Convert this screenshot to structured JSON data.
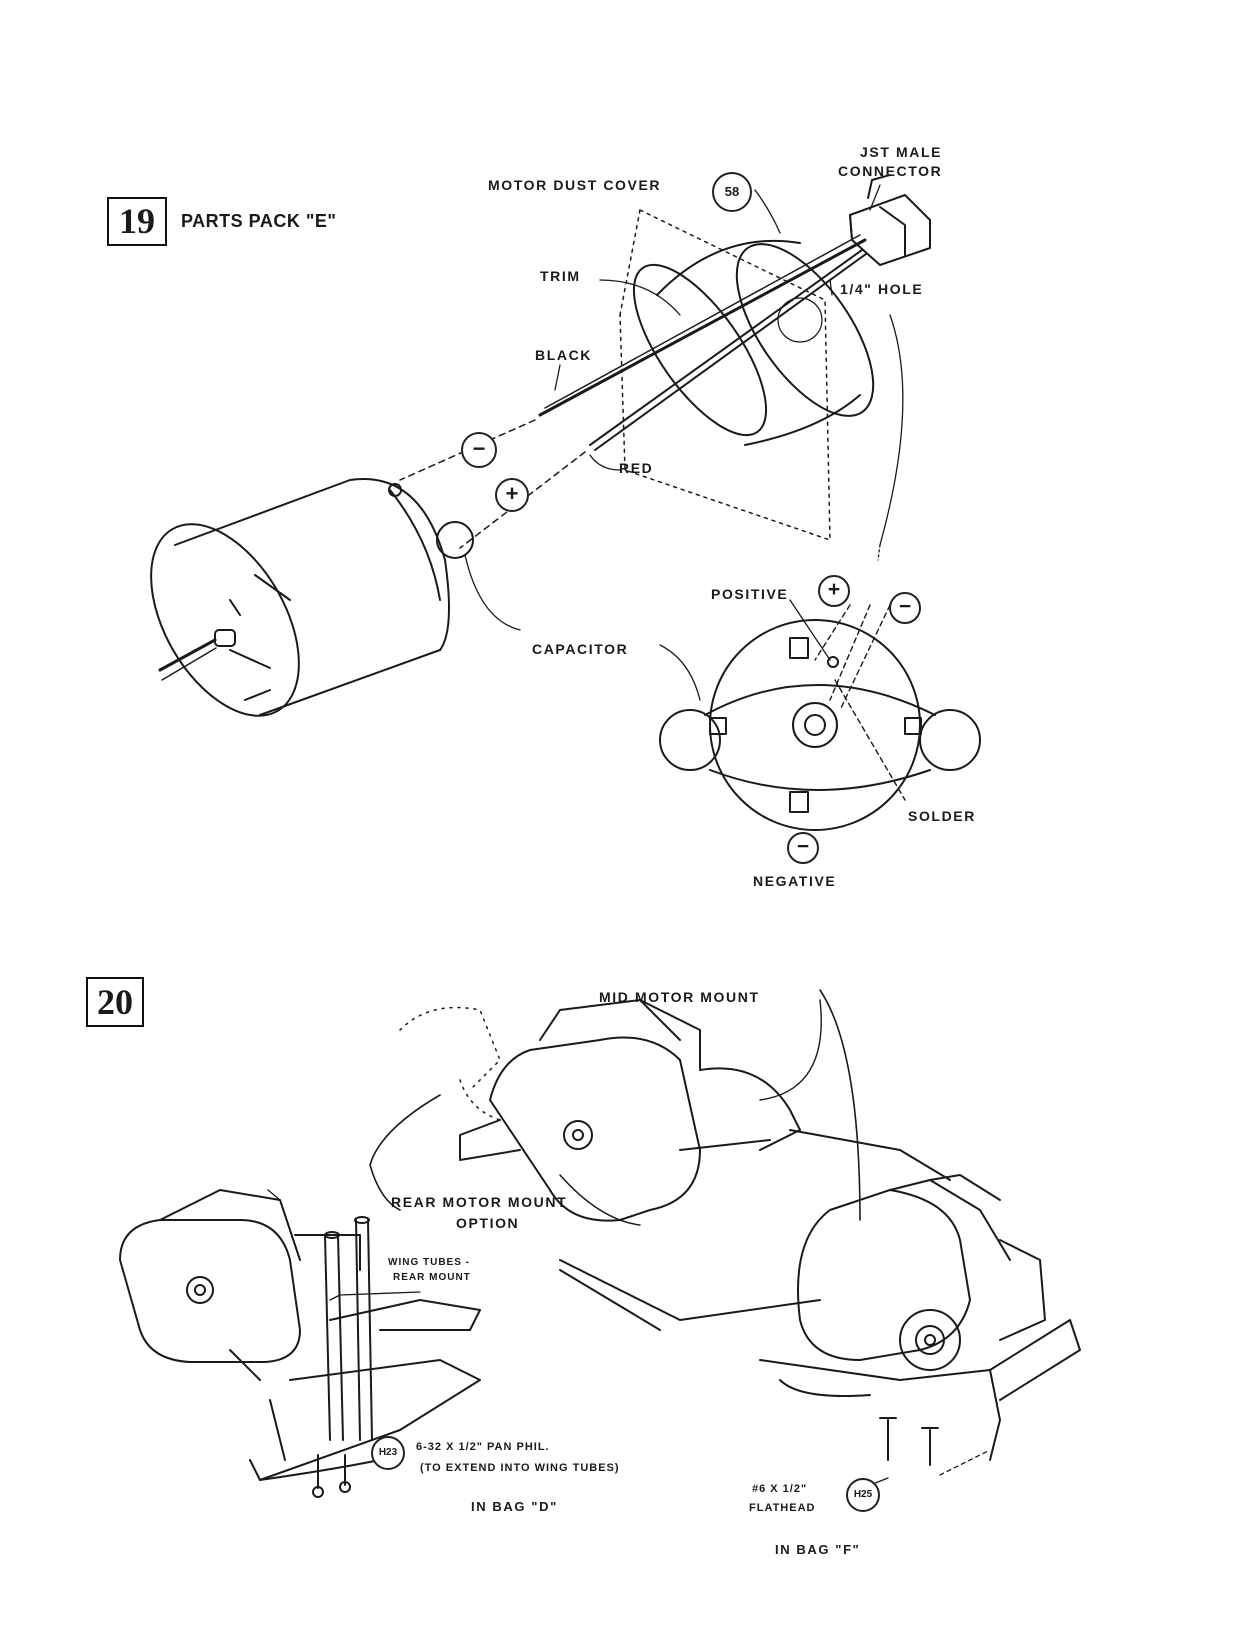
{
  "step19": {
    "number": "19",
    "title": "PARTS PACK \"E\"",
    "labels": {
      "dust_cover": "MOTOR DUST COVER",
      "dust_cover_part": "58",
      "jst_line1": "JST MALE",
      "jst_line2": "CONNECTOR",
      "trim": "TRIM",
      "hole": "1/4\" HOLE",
      "black": "BLACK",
      "red": "RED",
      "negative_symbol": "−",
      "positive_symbol": "+",
      "capacitor": "CAPACITOR",
      "positive": "POSITIVE",
      "negative": "NEGATIVE",
      "solder": "SOLDER"
    }
  },
  "step20": {
    "number": "20",
    "labels": {
      "mid_mount": "MID MOTOR MOUNT",
      "rear_mount_line1": "REAR MOTOR MOUNT",
      "rear_mount_line2": "OPTION",
      "wing_tubes_line1": "WING TUBES -",
      "wing_tubes_line2": "REAR MOUNT",
      "h23_part": "H23",
      "h23_line1": "6-32 X 1/2\" PAN PHIL.",
      "h23_line2": "(TO EXTEND INTO WING TUBES)",
      "bag_d": "IN BAG \"D\"",
      "h25_part": "H25",
      "h25_line1": "#6 X 1/2\"",
      "h25_line2": "FLATHEAD",
      "bag_f": "IN BAG \"F\""
    }
  }
}
